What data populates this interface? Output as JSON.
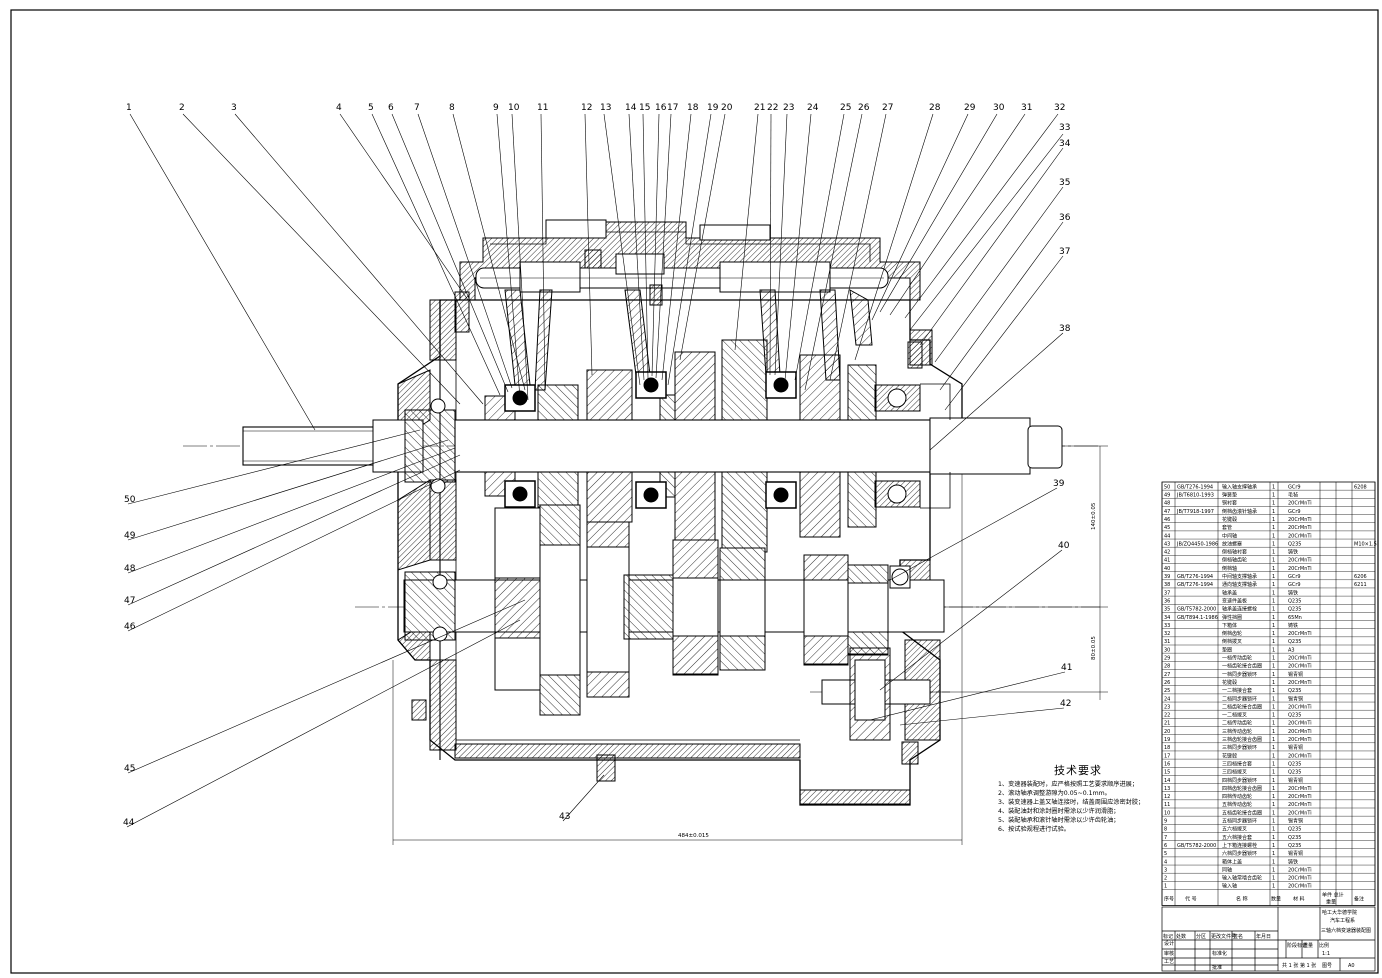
{
  "drawing": {
    "callouts": [
      "1",
      "2",
      "3",
      "4",
      "5",
      "6",
      "7",
      "8",
      "9",
      "10",
      "11",
      "12",
      "13",
      "14",
      "15",
      "16",
      "17",
      "18",
      "19",
      "20",
      "21",
      "22",
      "23",
      "24",
      "25",
      "26",
      "27",
      "28",
      "29",
      "30",
      "31",
      "32",
      "33",
      "34",
      "35",
      "36",
      "37",
      "38",
      "39",
      "40",
      "41",
      "42",
      "43",
      "44",
      "45",
      "46",
      "47",
      "48",
      "49",
      "50"
    ],
    "dimensions": {
      "overall_length": "484±0.015",
      "center_distance_1": "140±0.05",
      "center_distance_2": "80±0.05"
    }
  },
  "tech_requirements": {
    "title": "技术要求",
    "lines": [
      "1、变速器装配时，应严格按照工艺要求顺序进展；",
      "2、滚动轴承调整游隙为0.05~0.1mm。",
      "3、装变速器上盖又轴连接时，结盖周围应涂密封胶；",
      "4、装配油封和涂封圈时需涂以少许润滑脂；",
      "5、装配轴承和滚针轴时需涂以少许齿轮油；",
      "6、按试验规程进行试验。"
    ]
  },
  "bom": {
    "rows": [
      {
        "no": "50",
        "code": "GB/T276-1994",
        "name": "输入轴支撑轴承",
        "qty": "1",
        "mat": "GCr9",
        "note": "6208"
      },
      {
        "no": "49",
        "code": "JB/T6810-1993",
        "name": "弹簧垫",
        "qty": "1",
        "mat": "毛毡",
        "note": ""
      },
      {
        "no": "48",
        "code": "",
        "name": "铜衬套",
        "qty": "1",
        "mat": "20CrMnTi",
        "note": ""
      },
      {
        "no": "47",
        "code": "JB/T7918-1997",
        "name": "倒档齿滚针轴承",
        "qty": "1",
        "mat": "GCr9",
        "note": ""
      },
      {
        "no": "46",
        "code": "",
        "name": "花键毂",
        "qty": "1",
        "mat": "20CrMnTi",
        "note": ""
      },
      {
        "no": "45",
        "code": "",
        "name": "套管",
        "qty": "1",
        "mat": "20CrMnTi",
        "note": ""
      },
      {
        "no": "44",
        "code": "",
        "name": "中间轴",
        "qty": "1",
        "mat": "20CrMnTi",
        "note": ""
      },
      {
        "no": "43",
        "code": "JB/ZQ4450-1986",
        "name": "放油螺塞",
        "qty": "1",
        "mat": "Q235",
        "note": "M10×1.5"
      },
      {
        "no": "42",
        "code": "",
        "name": "倒档轴衬套",
        "qty": "1",
        "mat": "铸铁",
        "note": ""
      },
      {
        "no": "41",
        "code": "",
        "name": "倒档轴齿轮",
        "qty": "1",
        "mat": "20CrMnTi",
        "note": ""
      },
      {
        "no": "40",
        "code": "",
        "name": "倒档轴",
        "qty": "1",
        "mat": "20CrMnTi",
        "note": ""
      },
      {
        "no": "39",
        "code": "GB/T276-1994",
        "name": "中间轴支撑轴承",
        "qty": "1",
        "mat": "GCr9",
        "note": "6206"
      },
      {
        "no": "38",
        "code": "GB/T276-1994",
        "name": "通向轴支撑轴承",
        "qty": "1",
        "mat": "GCr9",
        "note": "6211"
      },
      {
        "no": "37",
        "code": "",
        "name": "轴承盖",
        "qty": "1",
        "mat": "铸铁",
        "note": ""
      },
      {
        "no": "36",
        "code": "",
        "name": "变速件盖板",
        "qty": "1",
        "mat": "Q235",
        "note": ""
      },
      {
        "no": "35",
        "code": "GB/T5782-2000",
        "name": "轴承盖连接螺栓",
        "qty": "1",
        "mat": "Q235",
        "note": ""
      },
      {
        "no": "34",
        "code": "GB/T894.1-1986",
        "name": "弹性挡圈",
        "qty": "1",
        "mat": "65Mn",
        "note": ""
      },
      {
        "no": "33",
        "code": "",
        "name": "下箱体",
        "qty": "1",
        "mat": "铸铁",
        "note": ""
      },
      {
        "no": "32",
        "code": "",
        "name": "倒档齿轮",
        "qty": "1",
        "mat": "20CrMnTi",
        "note": ""
      },
      {
        "no": "31",
        "code": "",
        "name": "倒档拨叉",
        "qty": "1",
        "mat": "Q235",
        "note": ""
      },
      {
        "no": "30",
        "code": "",
        "name": "垫圈",
        "qty": "1",
        "mat": "A3",
        "note": ""
      },
      {
        "no": "29",
        "code": "",
        "name": "一档传动齿轮",
        "qty": "1",
        "mat": "20CrMnTi",
        "note": ""
      },
      {
        "no": "28",
        "code": "",
        "name": "一档齿轮接合齿圈",
        "qty": "1",
        "mat": "20CrMnTi",
        "note": ""
      },
      {
        "no": "27",
        "code": "",
        "name": "一档同步器锁环",
        "qty": "1",
        "mat": "锡青铜",
        "note": ""
      },
      {
        "no": "26",
        "code": "",
        "name": "花键毂",
        "qty": "1",
        "mat": "20CrMnTi",
        "note": ""
      },
      {
        "no": "25",
        "code": "",
        "name": "一二档接合套",
        "qty": "1",
        "mat": "Q235",
        "note": ""
      },
      {
        "no": "24",
        "code": "",
        "name": "二档同步器锁环",
        "qty": "1",
        "mat": "锡青铜",
        "note": ""
      },
      {
        "no": "23",
        "code": "",
        "name": "二档齿轮接合齿圈",
        "qty": "1",
        "mat": "20CrMnTi",
        "note": ""
      },
      {
        "no": "22",
        "code": "",
        "name": "一二档拨叉",
        "qty": "1",
        "mat": "Q235",
        "note": ""
      },
      {
        "no": "21",
        "code": "",
        "name": "二档传动齿轮",
        "qty": "1",
        "mat": "20CrMnTi",
        "note": ""
      },
      {
        "no": "20",
        "code": "",
        "name": "三档传动齿轮",
        "qty": "1",
        "mat": "20CrMnTi",
        "note": ""
      },
      {
        "no": "19",
        "code": "",
        "name": "三档齿轮接合齿圈",
        "qty": "1",
        "mat": "20CrMnTi",
        "note": ""
      },
      {
        "no": "18",
        "code": "",
        "name": "三档同步器锁环",
        "qty": "1",
        "mat": "锡青铜",
        "note": ""
      },
      {
        "no": "17",
        "code": "",
        "name": "花键毂",
        "qty": "1",
        "mat": "20CrMnTi",
        "note": ""
      },
      {
        "no": "16",
        "code": "",
        "name": "三四档接合套",
        "qty": "1",
        "mat": "Q235",
        "note": ""
      },
      {
        "no": "15",
        "code": "",
        "name": "三四档拨叉",
        "qty": "1",
        "mat": "Q235",
        "note": ""
      },
      {
        "no": "14",
        "code": "",
        "name": "四档同步器锁环",
        "qty": "1",
        "mat": "锡青铜",
        "note": ""
      },
      {
        "no": "13",
        "code": "",
        "name": "四档齿轮接合齿圈",
        "qty": "1",
        "mat": "20CrMnTi",
        "note": ""
      },
      {
        "no": "12",
        "code": "",
        "name": "四档传动齿轮",
        "qty": "1",
        "mat": "20CrMnTi",
        "note": ""
      },
      {
        "no": "11",
        "code": "",
        "name": "五档传动齿轮",
        "qty": "1",
        "mat": "20CrMnTi",
        "note": ""
      },
      {
        "no": "10",
        "code": "",
        "name": "五档齿轮接合齿圈",
        "qty": "1",
        "mat": "20CrMnTi",
        "note": ""
      },
      {
        "no": "9",
        "code": "",
        "name": "五档同步器锁环",
        "qty": "1",
        "mat": "锡青铜",
        "note": ""
      },
      {
        "no": "8",
        "code": "",
        "name": "五六档拨叉",
        "qty": "1",
        "mat": "Q235",
        "note": ""
      },
      {
        "no": "7",
        "code": "",
        "name": "五六档接合套",
        "qty": "1",
        "mat": "Q235",
        "note": ""
      },
      {
        "no": "6",
        "code": "GB/T5782-2000",
        "name": "上下箱连接螺栓",
        "qty": "1",
        "mat": "Q235",
        "note": ""
      },
      {
        "no": "5",
        "code": "",
        "name": "六档同步器锁环",
        "qty": "1",
        "mat": "锡青铜",
        "note": ""
      },
      {
        "no": "4",
        "code": "",
        "name": "箱体上盖",
        "qty": "1",
        "mat": "铸铁",
        "note": ""
      },
      {
        "no": "3",
        "code": "",
        "name": "同轴",
        "qty": "1",
        "mat": "20CrMnTi",
        "note": ""
      },
      {
        "no": "2",
        "code": "",
        "name": "输入轴常啮合齿轮",
        "qty": "1",
        "mat": "20CrMnTi",
        "note": ""
      },
      {
        "no": "1",
        "code": "",
        "name": "输入轴",
        "qty": "1",
        "mat": "20CrMnTi",
        "note": ""
      }
    ],
    "header": {
      "no": "序号",
      "code": "代  号",
      "name": "名  称",
      "qty": "数量",
      "mat": "材  料",
      "unit": "单件 总计",
      "weight": "重量",
      "note": "备注"
    }
  },
  "title_block": {
    "school": "哈工大华德学院",
    "dept": "汽车工程系",
    "drawing_title": "三轴六档变速器装配图",
    "design_label": "设计",
    "check_label": "审核",
    "craft_label": "工艺",
    "std_label": "标准化",
    "approve_label": "批准",
    "stage_label": "阶段标记",
    "weight_label": "重量",
    "scale_label": "比例",
    "scale_value": "1:1",
    "sheets": "共 1 张  第 1 张",
    "paper_label": "图号",
    "paper_value": "A0",
    "change_labels": [
      "标记",
      "处数",
      "分区",
      "更改文件号",
      "签名",
      "年月日"
    ]
  }
}
